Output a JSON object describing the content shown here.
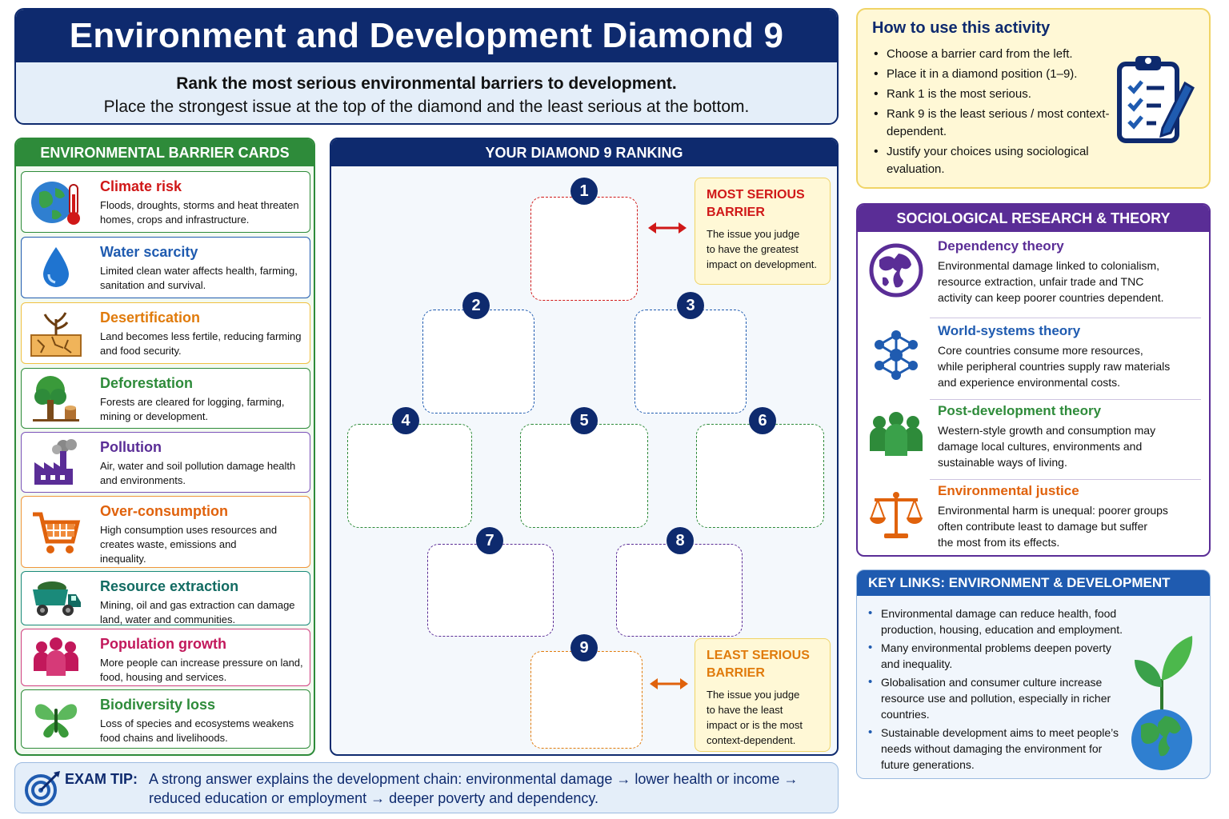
{
  "header": {
    "title": "Environment and Development Diamond 9",
    "line1": "Rank the most serious environmental barriers to development.",
    "line2": "Place the strongest issue at the top of the diamond and the least serious at the bottom."
  },
  "howto": {
    "title": "How to use this activity",
    "items": [
      "Choose a barrier card from the left.",
      "Place it in a diamond position (1–9).",
      "Rank 1 is the most serious.",
      "Rank 9 is the least serious / most context-dependent.",
      "Justify your choices using sociological evaluation."
    ],
    "icon": "clipboard-checklist-icon"
  },
  "cards": {
    "header": "ENVIRONMENTAL BARRIER CARDS",
    "items": [
      {
        "title": "Climate risk",
        "desc": "Floods, droughts, storms and heat threaten homes, crops and infrastructure.",
        "color": "#d01818",
        "icon": "globe-thermometer-icon"
      },
      {
        "title": "Water scarcity",
        "desc": "Limited clean water affects health, farming, sanitation and survival.",
        "color": "#1f5bb0",
        "icon": "water-drop-icon"
      },
      {
        "title": "Desertification",
        "desc": "Land becomes less fertile, reducing farming and food security.",
        "color": "#e07b0c",
        "icon": "cracked-soil-icon"
      },
      {
        "title": "Deforestation",
        "desc": "Forests are cleared for logging, farming, mining or development.",
        "color": "#2e8b3a",
        "icon": "tree-stump-icon"
      },
      {
        "title": "Pollution",
        "desc": "Air, water and soil pollution damage health and environments.",
        "color": "#5a2d96",
        "icon": "factory-icon"
      },
      {
        "title": "Over-consumption",
        "desc": "High consumption uses resources and creates waste, emissions and inequality.",
        "color": "#e0620c",
        "icon": "shopping-cart-icon"
      },
      {
        "title": "Resource extraction",
        "desc": "Mining, oil and gas extraction can damage land, water and communities.",
        "color": "#126b62",
        "icon": "mining-truck-icon"
      },
      {
        "title": "Population growth",
        "desc": "More people can increase pressure on land, food, housing and services.",
        "color": "#c2185b",
        "icon": "people-group-icon"
      },
      {
        "title": "Biodiversity loss",
        "desc": "Loss of species and ecosystems weakens food chains and livelihoods.",
        "color": "#2e8b3a",
        "icon": "butterfly-icon"
      }
    ]
  },
  "diamond": {
    "header": "YOUR DIAMOND 9 RANKING",
    "numbers": [
      "1",
      "2",
      "3",
      "4",
      "5",
      "6",
      "7",
      "8",
      "9"
    ],
    "top_note_title_1": "MOST SERIOUS",
    "top_note_title_2": "BARRIER",
    "top_note_desc_1": "The issue you judge",
    "top_note_desc_2": "to have the greatest",
    "top_note_desc_3": "impact on development.",
    "bottom_note_title_1": "LEAST SERIOUS",
    "bottom_note_title_2": "BARRIER",
    "bottom_note_desc_1": "The issue you judge",
    "bottom_note_desc_2": "to have the least",
    "bottom_note_desc_3": "impact or is the most",
    "bottom_note_desc_4": "context-dependent.",
    "colors": {
      "rank1": "#d01818",
      "rank23": "#1f5bb0",
      "rank456": "#2e8b3a",
      "rank78": "#5a2d96",
      "rank9": "#e07b0c"
    }
  },
  "tip": {
    "label": "EXAM TIP:",
    "line1": "A strong answer explains the development chain: environmental damage → lower health or income →",
    "line2": "reduced education or employment → deeper poverty and dependency.",
    "icon": "target-icon"
  },
  "theory": {
    "header": "SOCIOLOGICAL RESEARCH & THEORY",
    "items": [
      {
        "title": "Dependency theory",
        "desc": [
          "Environmental damage linked to colonialism,",
          "resource extraction, unfair trade and TNC",
          "activity can keep poorer countries dependent."
        ],
        "color": "#5a2d96",
        "icon": "world-globe-icon"
      },
      {
        "title": "World-systems theory",
        "desc": [
          "Core countries consume more resources,",
          "while peripheral countries supply raw materials",
          "and experience environmental costs."
        ],
        "color": "#1f5bb0",
        "icon": "network-nodes-icon"
      },
      {
        "title": "Post-development theory",
        "desc": [
          "Western-style growth and consumption may",
          "damage local cultures, environments and",
          "sustainable ways of living."
        ],
        "color": "#2e8b3a",
        "icon": "community-people-icon"
      },
      {
        "title": "Environmental justice",
        "desc": [
          "Environmental harm is unequal: poorer groups",
          "often contribute least to damage but suffer",
          "the most from its effects."
        ],
        "color": "#e0620c",
        "icon": "scales-icon"
      }
    ]
  },
  "keys": {
    "header": "KEY LINKS: ENVIRONMENT & DEVELOPMENT",
    "items": [
      "Environmental damage can reduce health, food production, housing, education and employment.",
      "Many environmental problems deepen poverty and inequality.",
      "Globalisation and consumer culture increase resource use and pollution, especially in richer countries.",
      "Sustainable development aims to meet people’s needs without damaging the environment for future generations."
    ],
    "icon": "seedling-globe-icon"
  }
}
